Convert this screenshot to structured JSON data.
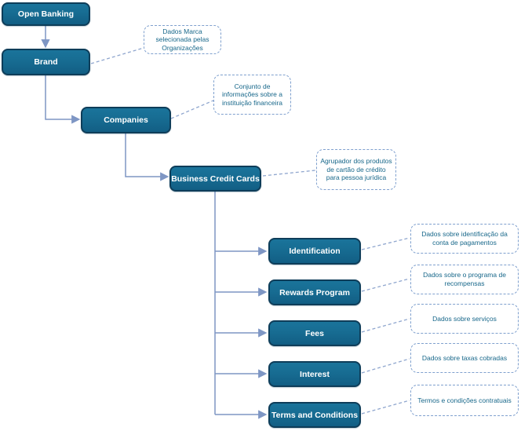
{
  "diagram": {
    "type": "flowchart",
    "nodes": [
      {
        "id": "open-banking",
        "label": "Open Banking"
      },
      {
        "id": "brand",
        "label": "Brand"
      },
      {
        "id": "companies",
        "label": "Companies"
      },
      {
        "id": "business-credit-cards",
        "label": "Business Credit Cards"
      },
      {
        "id": "identification",
        "label": "Identification"
      },
      {
        "id": "rewards-program",
        "label": "Rewards Program"
      },
      {
        "id": "fees",
        "label": "Fees"
      },
      {
        "id": "interest",
        "label": "Interest"
      },
      {
        "id": "terms-and-conditions",
        "label": "Terms and Conditions"
      }
    ],
    "annotations": [
      {
        "for": "brand",
        "text": "Dados Marca selecionada pelas Organizações"
      },
      {
        "for": "companies",
        "text": "Conjunto de informações sobre a instituição financeira"
      },
      {
        "for": "business-credit-cards",
        "text": "Agrupador dos produtos de cartão de crédito para pessoa jurídica"
      },
      {
        "for": "identification",
        "text": "Dados sobre identificação da conta de pagamentos"
      },
      {
        "for": "rewards-program",
        "text": "Dados sobre o programa de recompensas"
      },
      {
        "for": "fees",
        "text": "Dados sobre serviços"
      },
      {
        "for": "interest",
        "text": "Dados sobre taxas cobradas"
      },
      {
        "for": "terms-and-conditions",
        "text": "Termos e condições contratuais"
      }
    ],
    "edges": [
      {
        "from": "open-banking",
        "to": "brand"
      },
      {
        "from": "brand",
        "to": "companies"
      },
      {
        "from": "companies",
        "to": "business-credit-cards"
      },
      {
        "from": "business-credit-cards",
        "to": "identification"
      },
      {
        "from": "business-credit-cards",
        "to": "rewards-program"
      },
      {
        "from": "business-credit-cards",
        "to": "fees"
      },
      {
        "from": "business-credit-cards",
        "to": "interest"
      },
      {
        "from": "business-credit-cards",
        "to": "terms-and-conditions"
      }
    ],
    "colors": {
      "node_fill": "#176C92",
      "node_border": "#0E3D59",
      "node_text": "#FFFFFF",
      "connector": "#7E96C4",
      "annotation_border": "#7FA0CE",
      "annotation_text": "#17678A"
    }
  }
}
